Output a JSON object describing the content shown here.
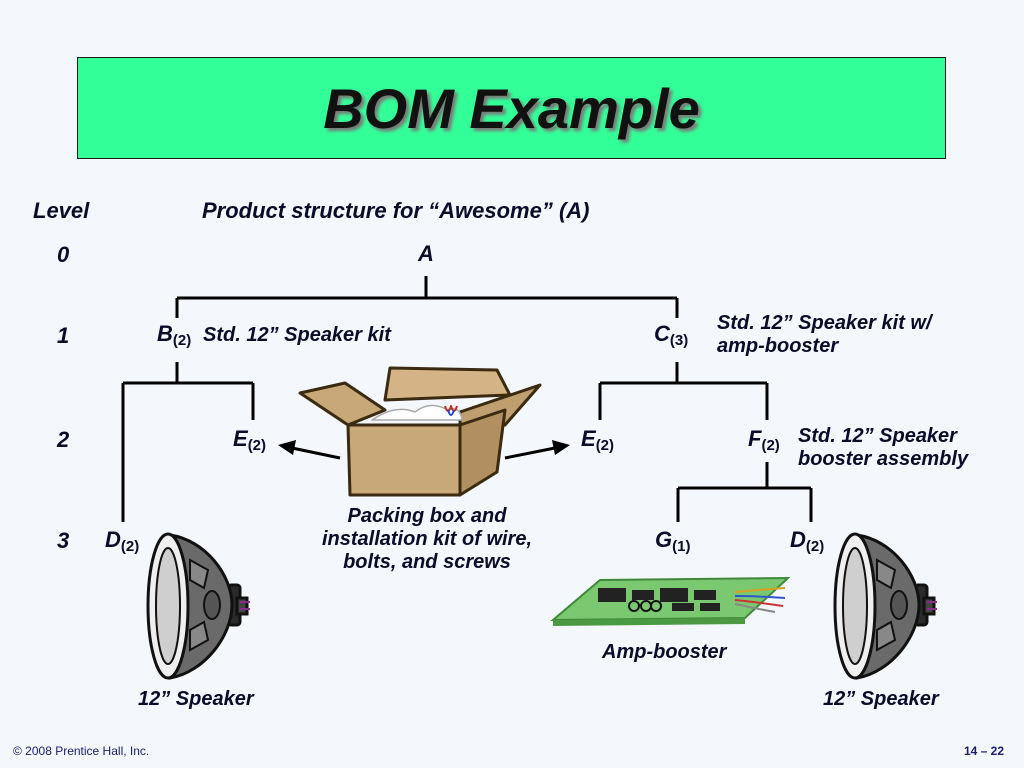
{
  "title": "BOM Example",
  "header": {
    "level_label": "Level",
    "structure_label": "Product structure for “Awesome” (A)"
  },
  "levels": [
    "0",
    "1",
    "2",
    "3"
  ],
  "nodes": {
    "A": {
      "letter": "A"
    },
    "B": {
      "letter": "B",
      "qty": "(2)",
      "desc": "Std. 12” Speaker kit"
    },
    "C": {
      "letter": "C",
      "qty": "(3)",
      "desc_line1": "Std. 12” Speaker kit w/",
      "desc_line2": "amp-booster"
    },
    "E_left": {
      "letter": "E",
      "qty": "(2)"
    },
    "E_right": {
      "letter": "E",
      "qty": "(2)"
    },
    "F": {
      "letter": "F",
      "qty": "(2)",
      "desc_line1": "Std. 12” Speaker",
      "desc_line2": "booster assembly"
    },
    "D_left": {
      "letter": "D",
      "qty": "(2)"
    },
    "G": {
      "letter": "G",
      "qty": "(1)"
    },
    "D_right": {
      "letter": "D",
      "qty": "(2)"
    }
  },
  "captions": {
    "packing_line1": "Packing box and",
    "packing_line2": "installation kit of wire,",
    "packing_line3": "bolts, and screws",
    "amp_booster": "Amp-booster",
    "speaker_left": "12” Speaker",
    "speaker_right": "12” Speaker"
  },
  "footer": {
    "copyright": "© 2008 Prentice Hall, Inc.",
    "page": "14 – 22"
  },
  "colors": {
    "title_bg": "#33ff99",
    "background": "#f4f7fb",
    "box": "#c8a878",
    "board": "#7ac870"
  }
}
